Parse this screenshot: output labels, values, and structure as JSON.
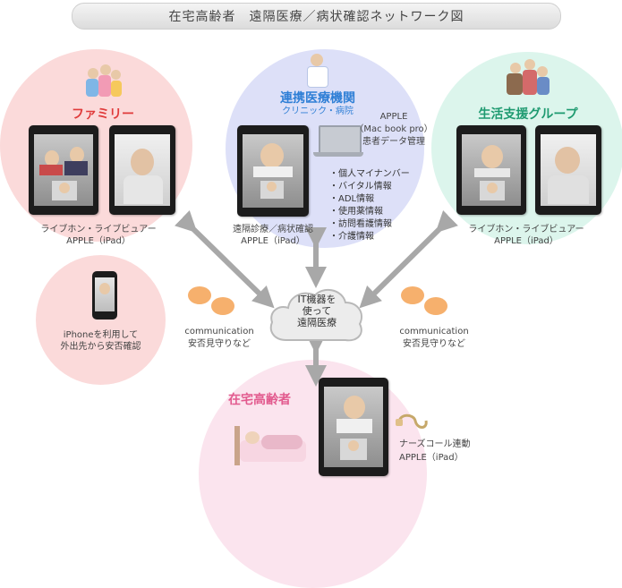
{
  "title": "在宅高齢者　遠隔医療／病状確認ネットワーク図",
  "family": {
    "title": "ファミリー",
    "caption1": "ライブホン・ライブビュアー",
    "caption2": "APPLE（iPad）"
  },
  "medical": {
    "title": "連携医療機関",
    "subtitle": "クリニック・病院",
    "apple1": "APPLE",
    "apple2": "（Mac book pro）",
    "apple3": "患者データ管理",
    "caption1": "遠隔診療／病状確認",
    "caption2": "APPLE（iPad）",
    "list": [
      "・個人マイナンバー",
      "・バイタル情報",
      "・ADL情報",
      "・使用薬情報",
      "・訪問看護情報",
      "・介護情報"
    ]
  },
  "support": {
    "title": "生活支援グループ",
    "caption1": "ライブホン・ライブビュアー",
    "caption2": "APPLE（iPad）"
  },
  "iphone": {
    "caption1": "iPhoneを利用して",
    "caption2": "外出先から安否確認"
  },
  "cloud": {
    "line1": "IT機器を",
    "line2": "使って",
    "line3": "遠隔医療"
  },
  "comm_left": {
    "line1": "communication",
    "line2": "安否見守りなど"
  },
  "comm_right": {
    "line1": "communication",
    "line2": "安否見守りなど"
  },
  "home": {
    "title": "在宅高齢者",
    "caption1": "ナーズコール連動",
    "caption2": "APPLE（iPad）"
  },
  "colors": {
    "family": "#fbdada",
    "medical": "#dde0f8",
    "support": "#dcf5ec",
    "home": "#fbe4ee",
    "arrow": "#a8a8a8"
  }
}
